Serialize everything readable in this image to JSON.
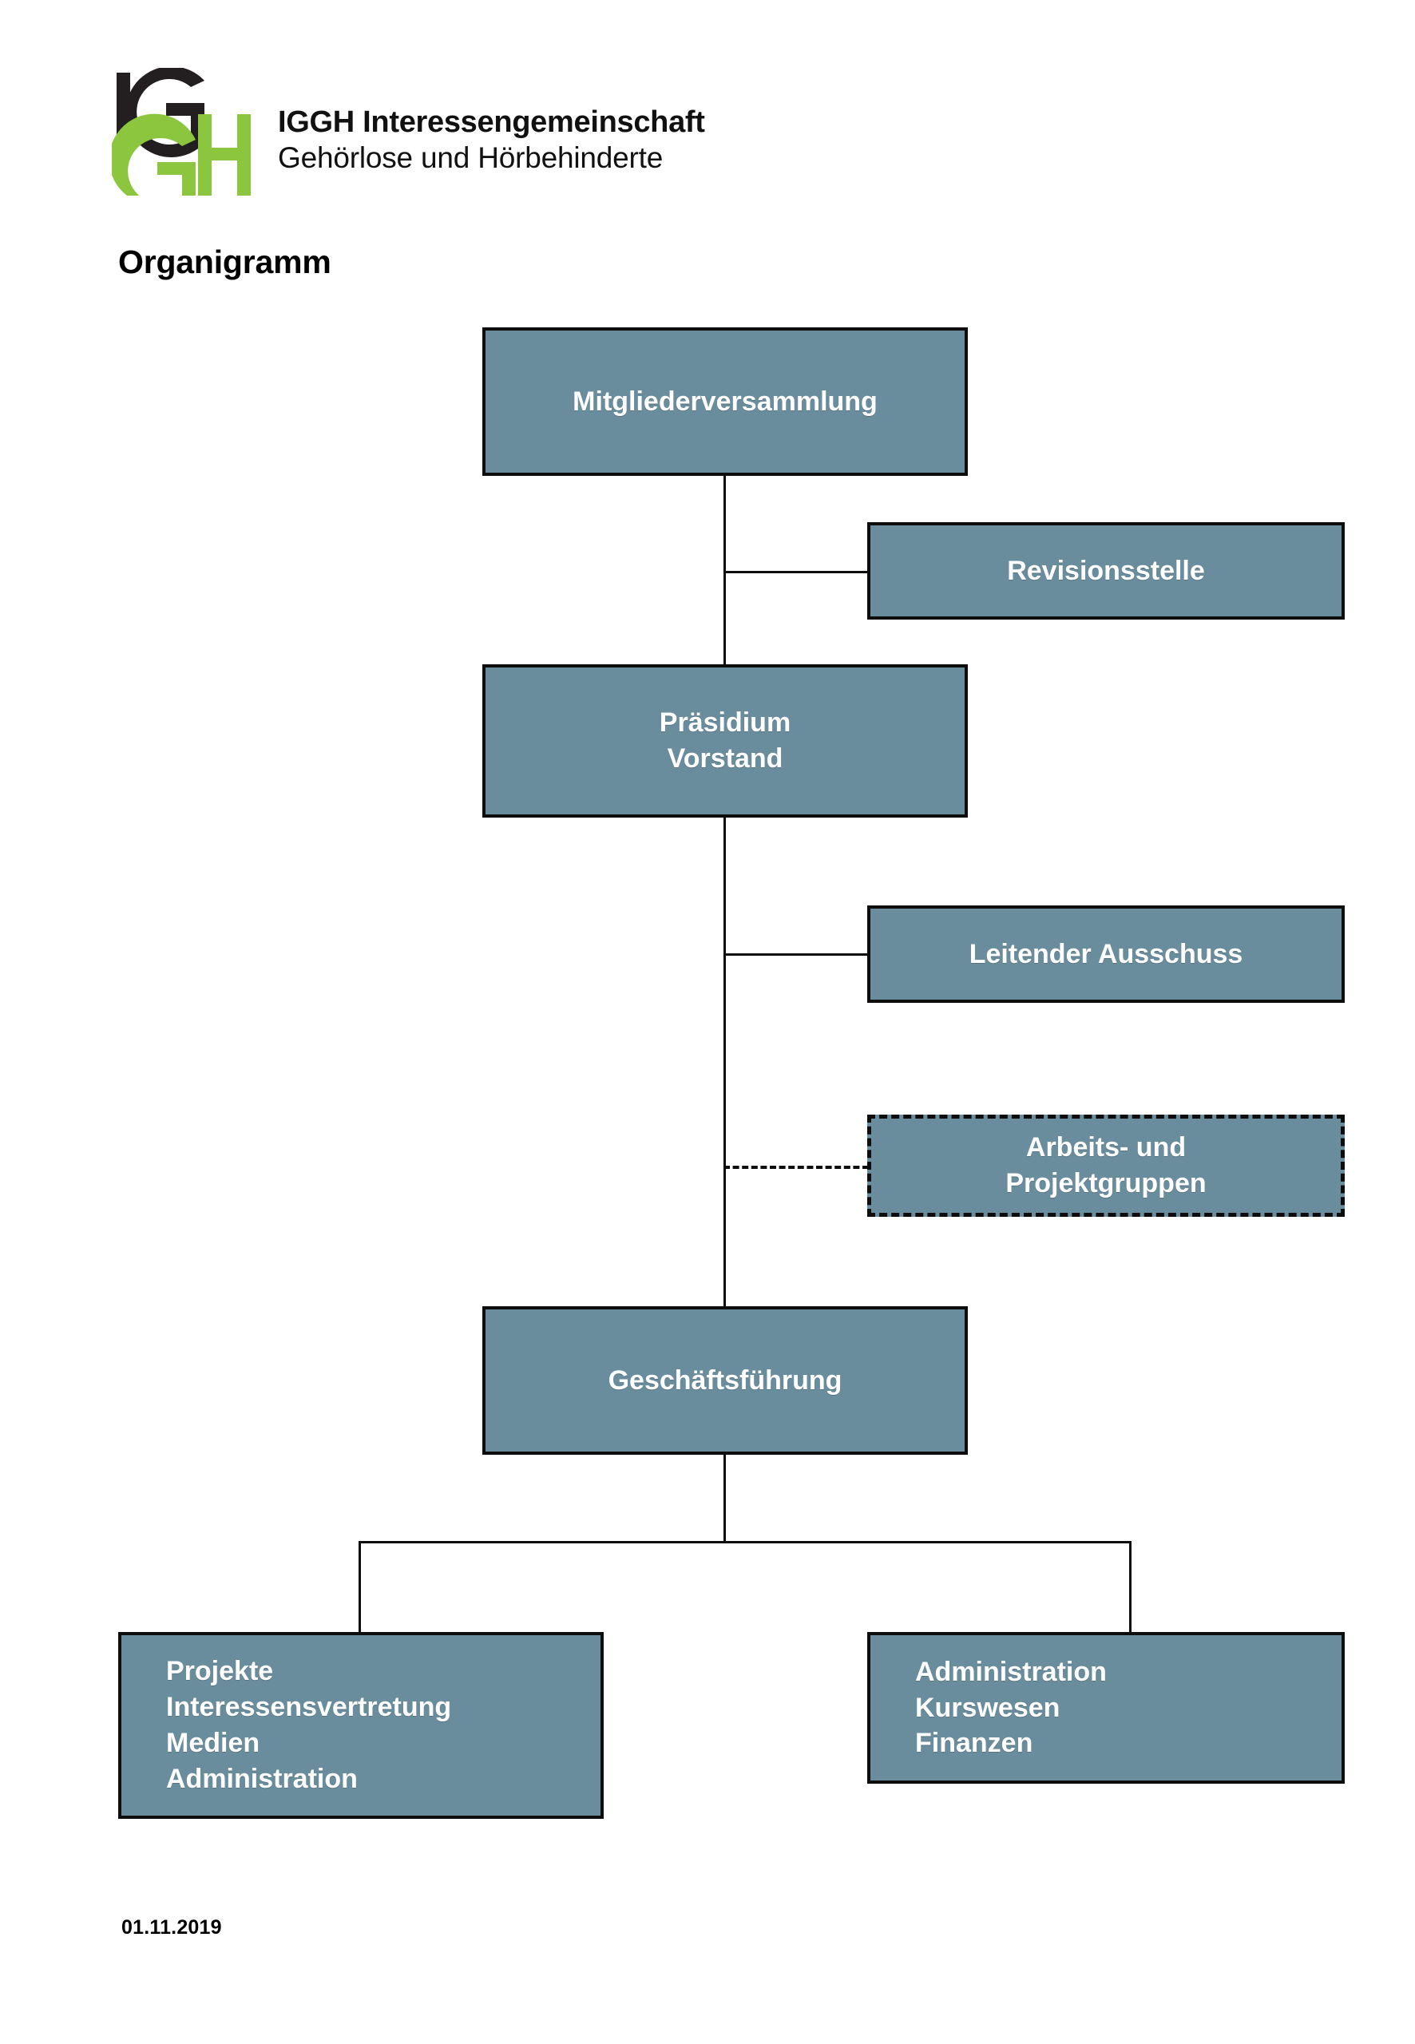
{
  "brand": {
    "logo_monogram_dark": "IG",
    "logo_monogram_green": "GH",
    "logo_dark_color": "#231f20",
    "logo_green_color": "#8cc63e",
    "name_line1": "IGGH Interessengemeinschaft",
    "name_line2": "Gehörlose und Hörbehinderte"
  },
  "document": {
    "title": "Organigramm",
    "date": "01.11.2019"
  },
  "theme": {
    "node_fill": "#6a8d9e",
    "node_border": "#0d0d0d",
    "node_text": "#ffffff",
    "page_background": "#ffffff"
  },
  "chart_data": {
    "type": "diagram",
    "subtype": "org-chart",
    "title": "Organigramm",
    "nodes": [
      {
        "id": "mitgliederversammlung",
        "label": "Mitgliederversammlung",
        "level": 1,
        "border_style": "solid",
        "text_align": "center"
      },
      {
        "id": "revisionsstelle",
        "label": "Revisionsstelle",
        "level": 2,
        "attached_to": "mitgliederversammlung",
        "relation": "staff",
        "border_style": "solid",
        "text_align": "center"
      },
      {
        "id": "praesidium-vorstand",
        "label": "Präsidium\nVorstand",
        "level": 2,
        "parent": "mitgliederversammlung",
        "border_style": "solid",
        "text_align": "center"
      },
      {
        "id": "leitender-ausschuss",
        "label": "Leitender Ausschuss",
        "level": 3,
        "attached_to": "praesidium-vorstand",
        "relation": "staff",
        "border_style": "solid",
        "text_align": "center"
      },
      {
        "id": "arbeits-projektgruppen",
        "label": "Arbeits- und\nProjektgruppen",
        "level": 3,
        "attached_to": "praesidium-vorstand",
        "relation": "staff-dashed",
        "border_style": "dashed",
        "text_align": "center"
      },
      {
        "id": "geschaeftsfuehrung",
        "label": "Geschäftsführung",
        "level": 4,
        "parent": "praesidium-vorstand",
        "border_style": "solid",
        "text_align": "center"
      },
      {
        "id": "projekte-gruppe",
        "label": "Projekte\nInteressensvertretung\nMedien\nAdministration",
        "level": 5,
        "parent": "geschaeftsfuehrung",
        "border_style": "solid",
        "text_align": "left"
      },
      {
        "id": "administration-gruppe",
        "label": "Administration\nKurswesen\nFinanzen",
        "level": 5,
        "parent": "geschaeftsfuehrung",
        "border_style": "solid",
        "text_align": "left"
      }
    ],
    "edges": [
      {
        "from": "mitgliederversammlung",
        "to": "revisionsstelle",
        "style": "solid"
      },
      {
        "from": "mitgliederversammlung",
        "to": "praesidium-vorstand",
        "style": "solid"
      },
      {
        "from": "praesidium-vorstand",
        "to": "leitender-ausschuss",
        "style": "solid"
      },
      {
        "from": "praesidium-vorstand",
        "to": "arbeits-projektgruppen",
        "style": "dashed"
      },
      {
        "from": "praesidium-vorstand",
        "to": "geschaeftsfuehrung",
        "style": "solid"
      },
      {
        "from": "geschaeftsfuehrung",
        "to": "projekte-gruppe",
        "style": "solid"
      },
      {
        "from": "geschaeftsfuehrung",
        "to": "administration-gruppe",
        "style": "solid"
      }
    ]
  }
}
